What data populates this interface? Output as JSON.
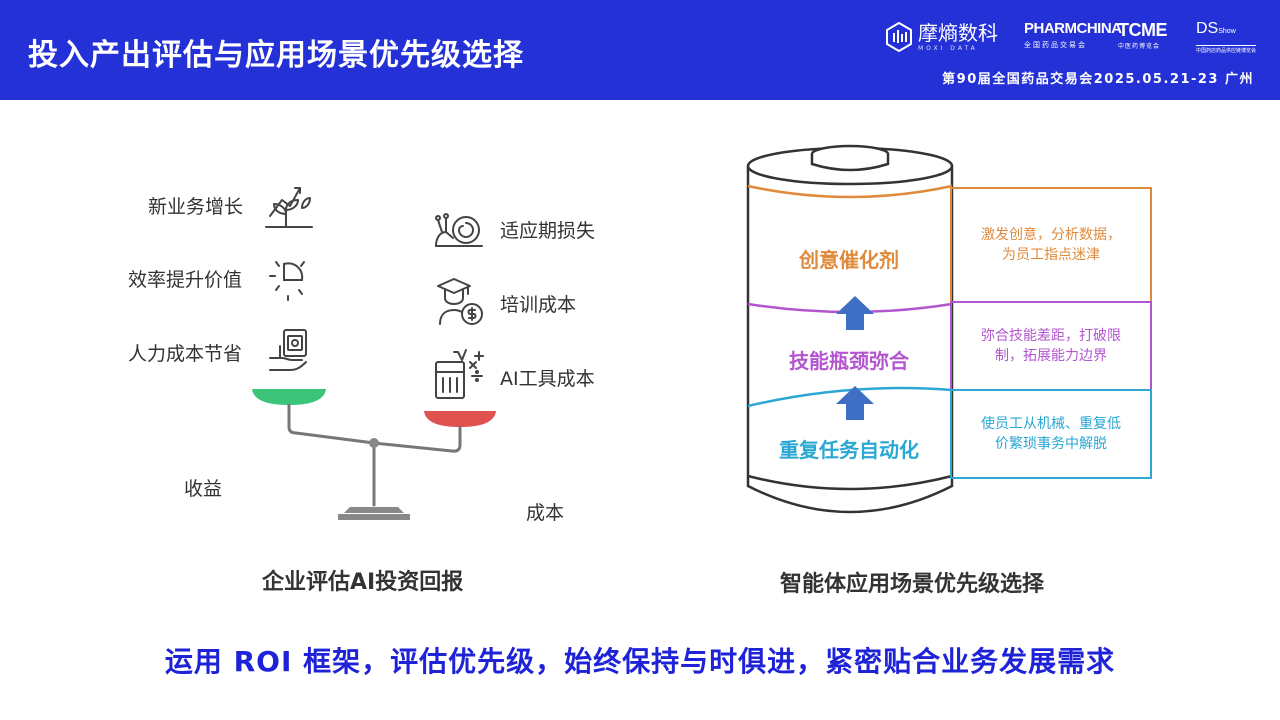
{
  "header": {
    "title": "投入产出评估与应用场景优先级选择",
    "logos": [
      {
        "icon": "moxi-logo-icon",
        "cn": "摩熵数科",
        "en": "MOXI DATA"
      },
      {
        "big": "PHARMCHINA",
        "small": "全国药品交易会"
      },
      {
        "big": "TCME",
        "small": "中医药博览会"
      },
      {
        "big": "DS",
        "suffix": "Show",
        "small": "中国药店药品供应链博览会"
      }
    ],
    "event": "第90届全国药品交易会2025.05.21-23 广州"
  },
  "left": {
    "benefits": [
      {
        "label": "新业务增长",
        "icon": "plant-growth-icon"
      },
      {
        "label": "效率提升价值",
        "icon": "light-bulb-icon"
      },
      {
        "label": "人力成本节省",
        "icon": "money-hand-icon"
      }
    ],
    "costs": [
      {
        "label": "适应期损失",
        "icon": "snail-icon"
      },
      {
        "label": "培训成本",
        "icon": "graduate-coin-icon"
      },
      {
        "label": "AI工具成本",
        "icon": "calculator-icon"
      }
    ],
    "benefit_label": "收益",
    "cost_label": "成本",
    "title": "企业评估AI投资回报",
    "colors": {
      "benefit_pan": "#3cc47a",
      "cost_pan": "#e0524f",
      "scale": "#777777"
    }
  },
  "right": {
    "layers": [
      {
        "name": "创意催化剂",
        "desc": "激发创意，分析数据，为员工指点迷津",
        "color": "#e08a3c"
      },
      {
        "name": "技能瓶颈弥合",
        "desc": "弥合技能差距，打破限制，拓展能力边界",
        "color": "#b355cf"
      },
      {
        "name": "重复任务自动化",
        "desc": "使员工从机械、重复低价繁琐事务中解脱",
        "color": "#2aa7d3"
      }
    ],
    "title": "智能体应用场景优先级选择",
    "arrow_color": "#3f6fc4"
  },
  "footer": "运用 ROI 框架，评估优先级，始终保持与时俱进，紧密贴合业务发展需求"
}
